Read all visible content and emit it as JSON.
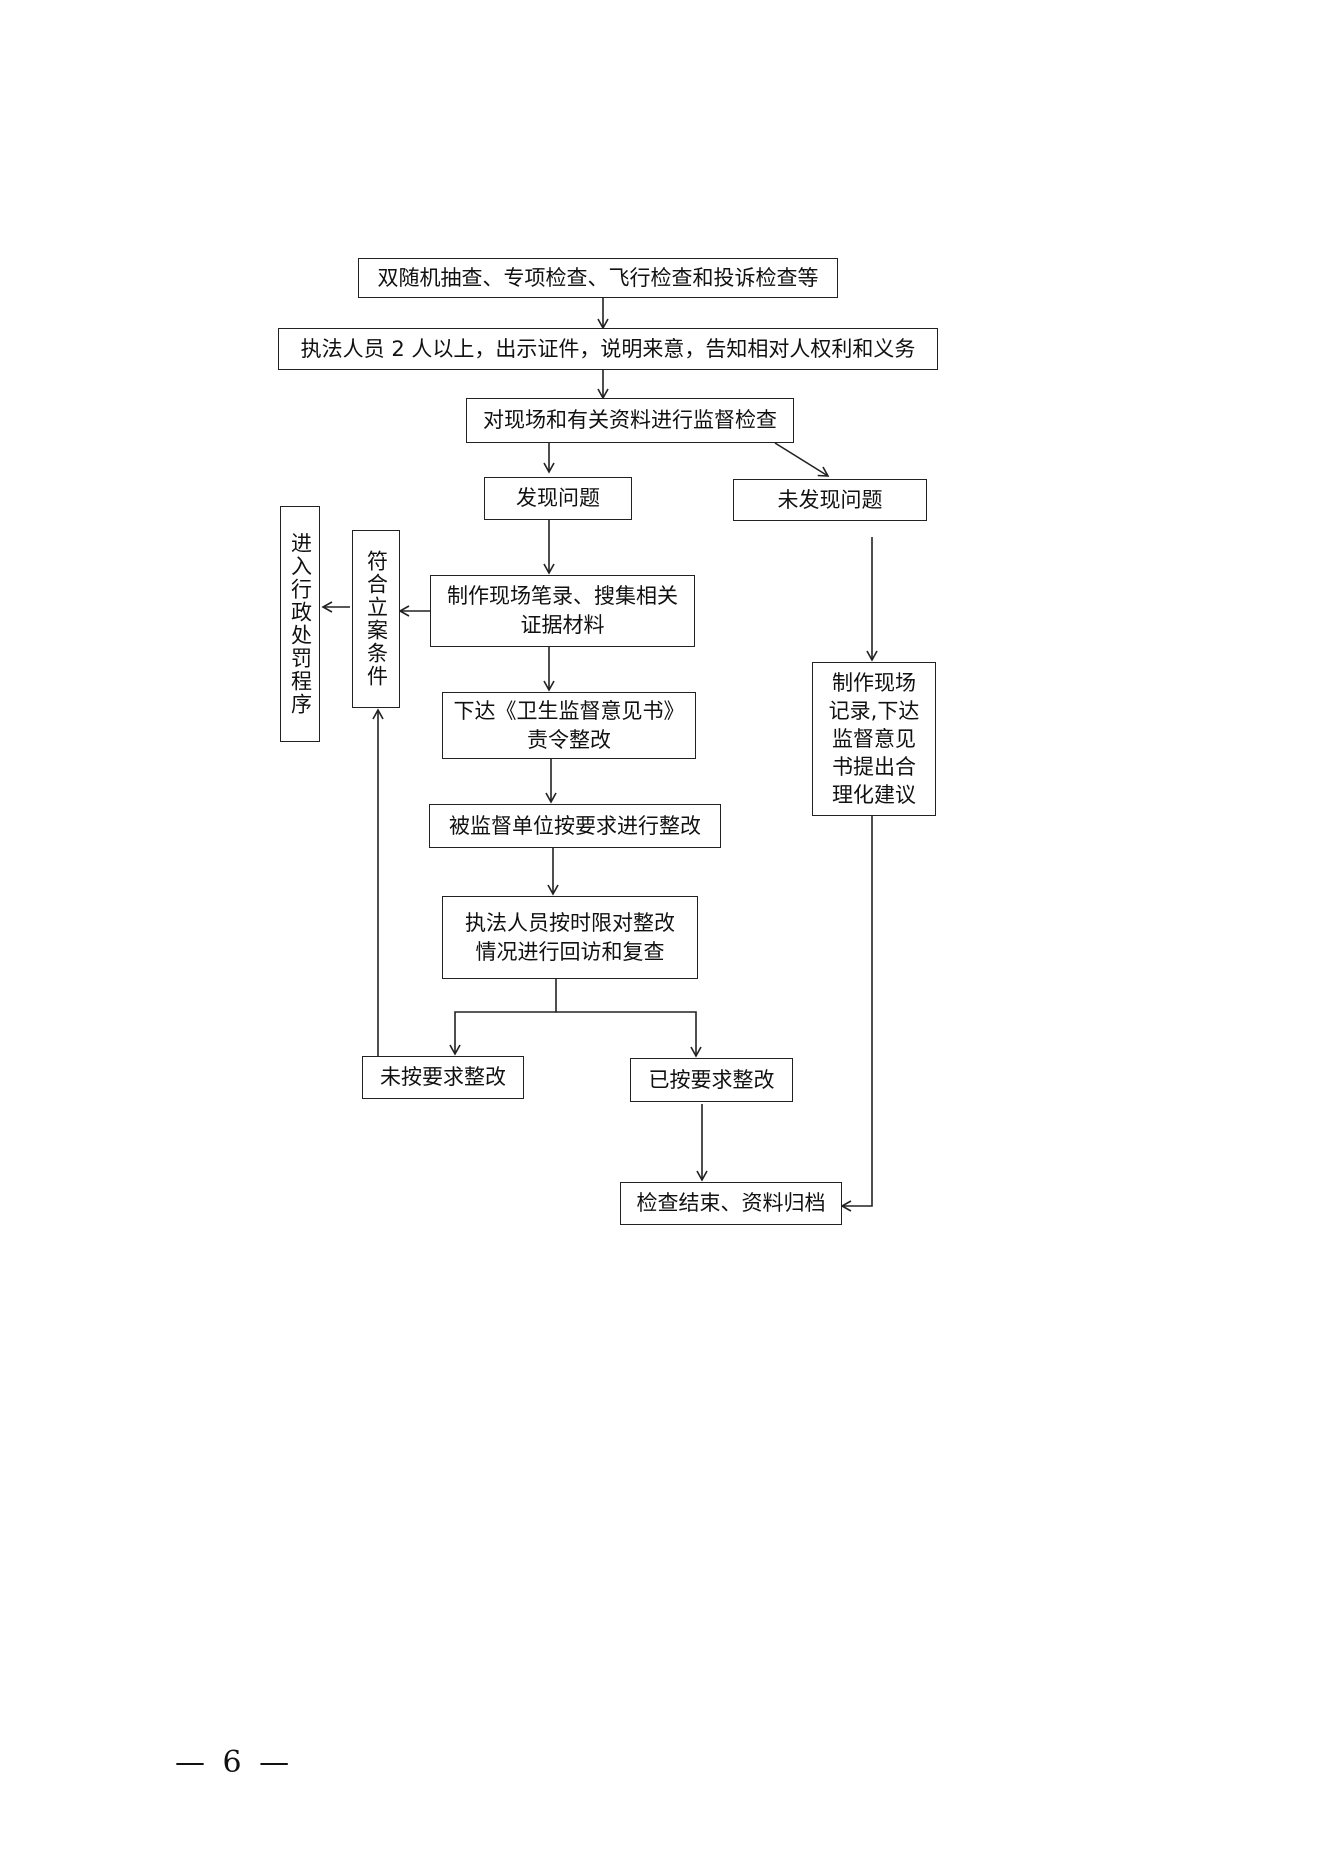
{
  "flow": {
    "n1": "双随机抽查、专项检查、飞行检查和投诉检查等",
    "n2": "执法人员 2 人以上，出示证件，说明来意，告知相对人权利和义务",
    "n3": "对现场和有关资料进行监督检查",
    "found": "发现问题",
    "not_found": "未发现问题",
    "record": "制作现场笔录、搜集相关\n证据材料",
    "opinion": "下达《卫生监督意见书》\n责令整改",
    "rectify": "被监督单位按要求进行整改",
    "revisit": "执法人员按时限对整改\n情况进行回访和复查",
    "not_rectified": "未按要求整改",
    "rectified": "已按要求整改",
    "end": "检查结束、资料归档",
    "filing_conditions": "符合立案条件",
    "penalty": "进入行政处罚程序",
    "no_issue_record": "制作现场\n记录,下达\n监督意见\n书提出合\n理化建议"
  },
  "footer": {
    "page_number": "— 6 —"
  }
}
